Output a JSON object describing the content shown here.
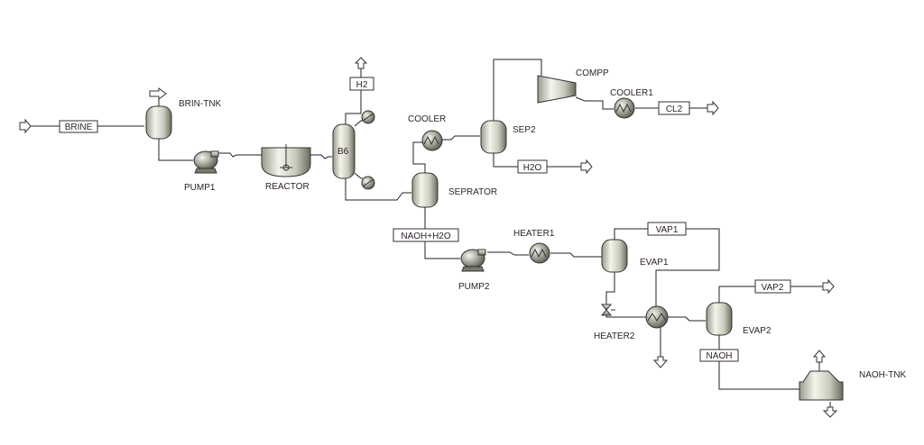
{
  "units": {
    "brin_tnk": "BRIN-TNK",
    "pump1": "PUMP1",
    "reactor": "REACTOR",
    "b6": "B6",
    "cooler": "COOLER",
    "sep2": "SEP2",
    "seprator": "SEPRATOR",
    "compp": "COMPP",
    "cooler1": "COOLER1",
    "heater1": "HEATER1",
    "pump2": "PUMP2",
    "evap1": "EVAP1",
    "heater2": "HEATER2",
    "evap2": "EVAP2",
    "naoh_tnk": "NAOH-TNK"
  },
  "streams": {
    "brine": "BRINE",
    "h2": "H2",
    "cl2": "CL2",
    "h2o": "H2O",
    "naoh_h2o": "NAOH+H2O",
    "vap1": "VAP1",
    "vap2": "VAP2",
    "naoh": "NAOH"
  },
  "colors": {
    "equipment_light": "#f4f4ec",
    "equipment_dark": "#6b6b5e",
    "line": "#222222"
  }
}
